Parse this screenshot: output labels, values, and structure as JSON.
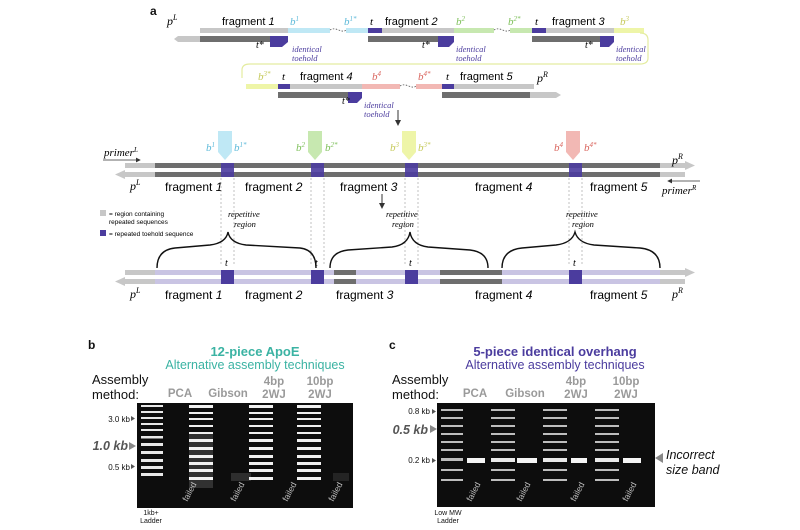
{
  "panel_letters": {
    "a": "a",
    "b": "b",
    "c": "c"
  },
  "diagram_a": {
    "row1": {
      "pL": "pL",
      "fragments": [
        "fragment 1",
        "fragment 2",
        "fragment 3"
      ],
      "b_labels": [
        "b1",
        "b1*",
        "b2",
        "b2*",
        "b3"
      ],
      "t": "t",
      "t_star": "t*",
      "identical_toehold": [
        "identical",
        "toehold"
      ]
    },
    "row2": {
      "b_labels": [
        "b3*",
        "b4",
        "b4*"
      ],
      "fragments": [
        "fragment 4",
        "fragment 5"
      ],
      "pR": "pR",
      "t": "t",
      "t_star": "t*",
      "identical_toehold": [
        "identical",
        "toehold"
      ]
    },
    "assembled": {
      "primerL": "primerL",
      "primerR": "primerR",
      "pL": "pL",
      "pR": "pR",
      "fragments": [
        "fragment 1",
        "fragment 2",
        "fragment 3",
        "fragment 4",
        "fragment 5"
      ],
      "b_labels": [
        "b1",
        "b1*",
        "b2",
        "b2*",
        "b3",
        "b3*",
        "b4",
        "b4*"
      ]
    },
    "legend": {
      "gray": [
        "= region containing",
        "repeated sequences"
      ],
      "blue": "= repeated toehold sequence"
    },
    "repetitive_region": [
      "repetitive",
      "region"
    ],
    "final": {
      "pL": "pL",
      "pR": "pR",
      "t": "t",
      "fragments": [
        "fragment 1",
        "fragment 2",
        "fragment 3",
        "fragment 4",
        "fragment 5"
      ]
    },
    "colors": {
      "dark_gray": "#6e6e6e",
      "light_gray": "#c7c7c7",
      "toehold": "#4b3c9e",
      "lavender": "#c9c4e3",
      "b1": "#bfe8f5",
      "b2": "#c7e8b0",
      "b3": "#eef5a8",
      "b4": "#f2b8b4"
    }
  },
  "panel_b": {
    "title": "12-piece ApoE",
    "subtitle": "Alternative assembly techniques",
    "title_color": "#3bb3a3",
    "assembly_method": [
      "Assembly",
      "method:"
    ],
    "lanes": [
      "PCA",
      "Gibson",
      "4bp\n2WJ",
      "10bp\n2WJ"
    ],
    "sizes": [
      "3.0 kb",
      "1.0 kb",
      "0.5 kb"
    ],
    "failed": "failed",
    "ladder": "1kb+\nLadder"
  },
  "panel_c": {
    "title": "5-piece identical overhang",
    "subtitle": "Alternative assembly techniques",
    "title_color": "#4b3c9e",
    "assembly_method": [
      "Assembly",
      "method:"
    ],
    "lanes": [
      "PCA",
      "Gibson",
      "4bp\n2WJ",
      "10bp\n2WJ"
    ],
    "sizes": [
      "0.8 kb",
      "0.5 kb",
      "0.2 kb"
    ],
    "failed": "failed",
    "ladder": "Low MW\nLadder",
    "incorrect": [
      "Incorrect",
      "size band"
    ]
  }
}
